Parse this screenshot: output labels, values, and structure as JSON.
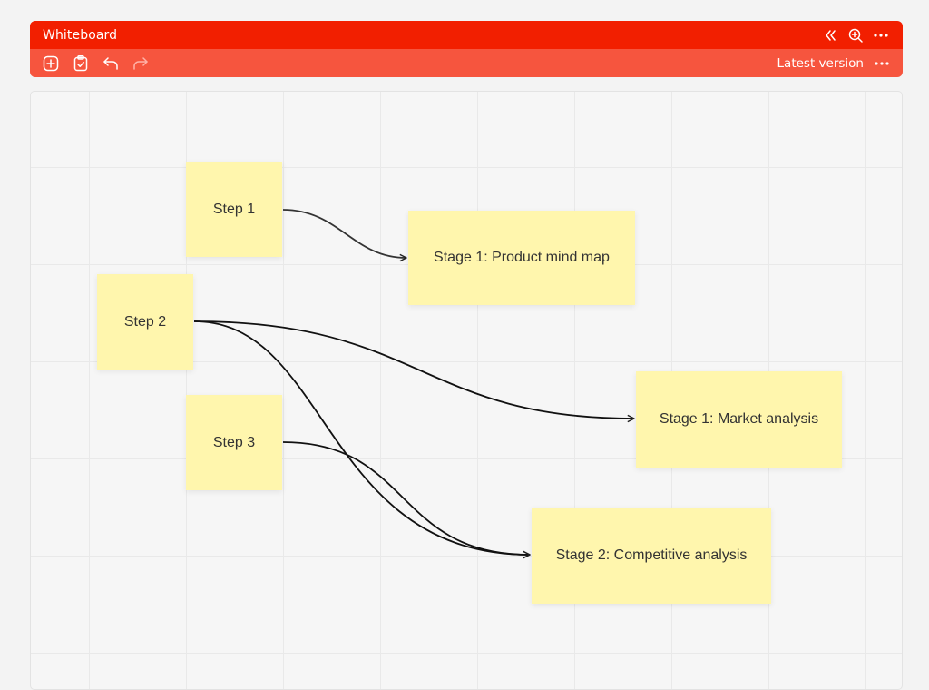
{
  "app": {
    "title": "Whiteboard",
    "accent_color": "#f21f00",
    "toolbar_color": "#f6553e"
  },
  "header": {
    "actions": [
      {
        "icon": "collapse-double-chevron-left-icon"
      },
      {
        "icon": "zoom-in-icon"
      },
      {
        "icon": "more-icon"
      }
    ]
  },
  "toolbar": {
    "left_icons": [
      "add-icon",
      "clipboard-check-icon",
      "undo-icon",
      "redo-icon"
    ],
    "version_label": "Latest version",
    "more_icon": "more-icon"
  },
  "board": {
    "notes": [
      {
        "id": "step-1",
        "label": "Step 1"
      },
      {
        "id": "step-2",
        "label": "Step 2"
      },
      {
        "id": "step-3",
        "label": "Step 3"
      },
      {
        "id": "stage-1-product-mind-map",
        "label": "Stage 1: Product mind map"
      },
      {
        "id": "stage-1-market-analysis",
        "label": "Stage 1: Market analysis"
      },
      {
        "id": "stage-2-competitive-analysis",
        "label": "Stage 2: Competitive analysis"
      }
    ],
    "connectors": [
      {
        "from": "Step 1",
        "to": "Stage 1: Product mind map"
      },
      {
        "from": "Step 2",
        "to": "Stage 1: Market analysis"
      },
      {
        "from": "Step 2",
        "to": "Stage 2: Competitive analysis"
      },
      {
        "from": "Step 3",
        "to": "Stage 2: Competitive analysis"
      }
    ],
    "note_color": "#fff6ad"
  }
}
